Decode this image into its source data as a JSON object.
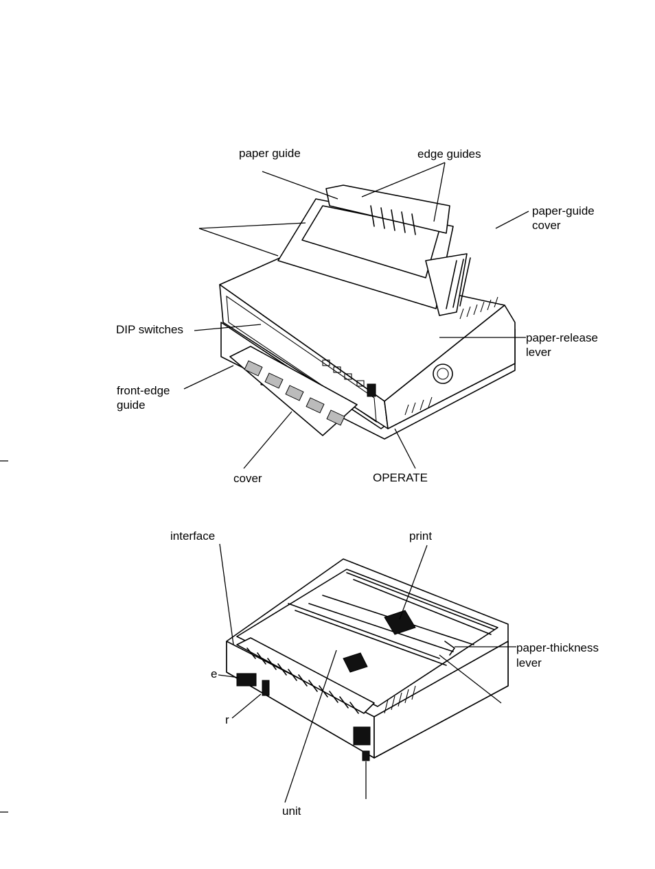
{
  "figure_top": {
    "labels": {
      "paper_guide": "paper guide",
      "edge_guides": "edge guides",
      "paper_guide_cover": "paper-guide cover",
      "dip_switches": "DIP switches",
      "paper_release_lever": "paper-release lever",
      "front_edge_guide": "front-edge guide",
      "cover": "cover",
      "operate": "OPERATE"
    }
  },
  "figure_bottom": {
    "labels": {
      "interface": "interface",
      "print": "print",
      "paper_thickness_lever": "paper-thickness lever",
      "frag_e": "e",
      "frag_r": "r",
      "unit": "unit"
    }
  }
}
